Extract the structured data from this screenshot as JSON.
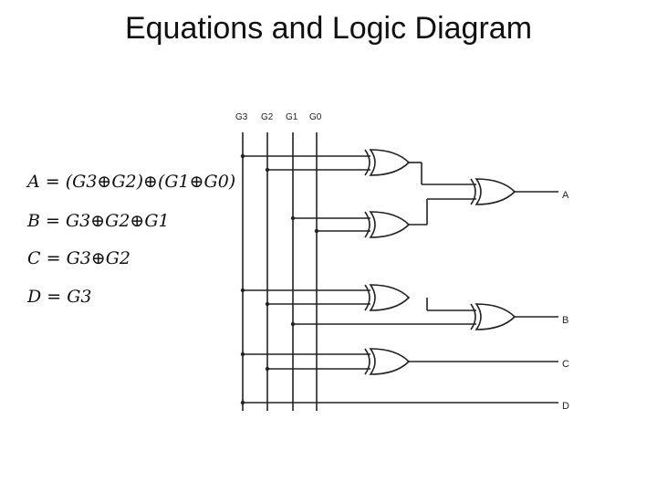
{
  "title": "Equations and Logic Diagram",
  "equations": [
    {
      "lhs": "A",
      "rhs": "(G3⊕G2)⊕(G1⊕G0)"
    },
    {
      "lhs": "B",
      "rhs": "G3⊕G2⊕G1"
    },
    {
      "lhs": "C",
      "rhs": "G3⊕G2"
    },
    {
      "lhs": "D",
      "rhs": "G3"
    }
  ],
  "diagram": {
    "inputs": [
      "G3",
      "G2",
      "G1",
      "G0"
    ],
    "outputs": [
      "A",
      "B",
      "C",
      "D"
    ]
  }
}
